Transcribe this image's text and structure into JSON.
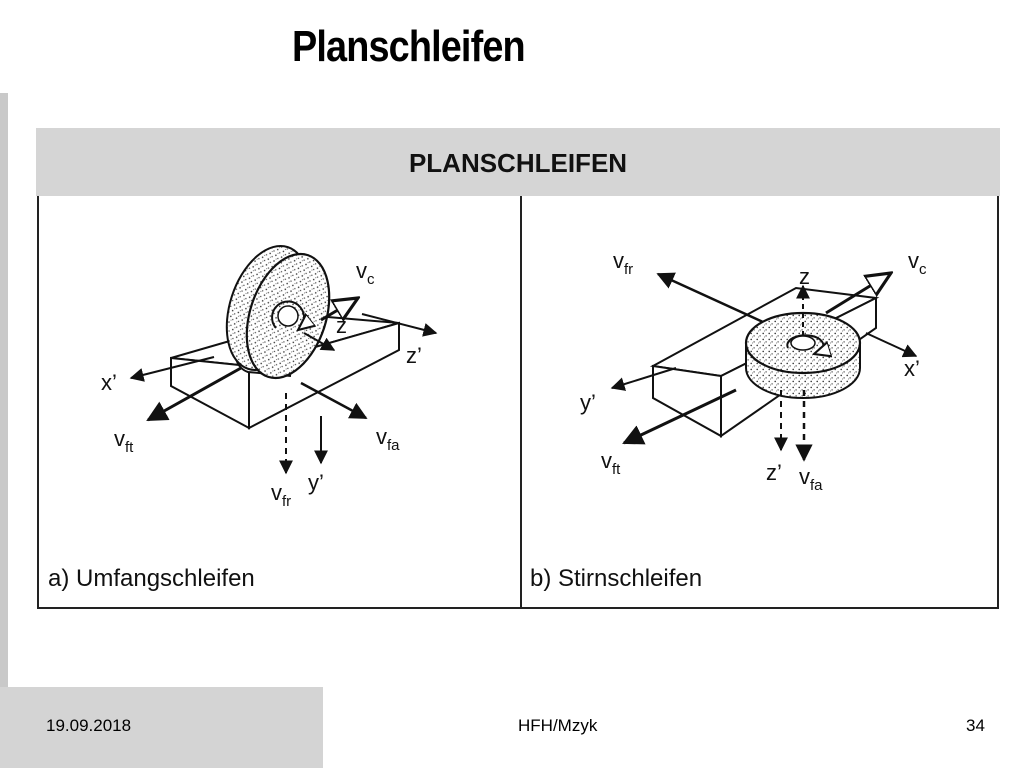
{
  "slide": {
    "title": "Planschleifen"
  },
  "figure": {
    "header": "PLANSCHLEIFEN",
    "panel_a": {
      "caption": "a) Umfangschleifen",
      "labels": {
        "vc": "v",
        "vc_sub": "c",
        "z": "z",
        "z_prime": "z’",
        "x_prime": "x’",
        "y_prime": "y’",
        "vft": "v",
        "vft_sub": "ft",
        "vfa": "v",
        "vfa_sub": "fa",
        "vfr": "v",
        "vfr_sub": "fr"
      }
    },
    "panel_b": {
      "caption": "b) Stirnschleifen",
      "labels": {
        "vfr": "v",
        "vfr_sub": "fr",
        "z": "z",
        "vc": "v",
        "vc_sub": "c",
        "x_prime": "x’",
        "y_prime": "y’",
        "vft": "v",
        "vft_sub": "ft",
        "z_prime": "z’",
        "vfa": "v",
        "vfa_sub": "fa"
      }
    }
  },
  "footer": {
    "date": "19.09.2018",
    "author": "HFH/Mzyk",
    "page": "34"
  }
}
